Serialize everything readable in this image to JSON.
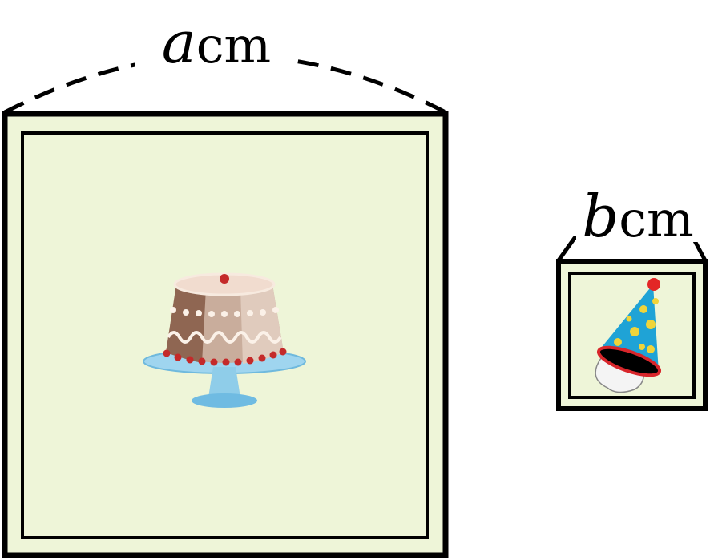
{
  "colors": {
    "frame_fill": "#eef5d8",
    "frame_stroke": "#000000",
    "cake_body": "#c9ad9c",
    "cake_shadow": "#8f6652",
    "cake_top": "#f1dccf",
    "cherry": "#c42a2a",
    "stand": "#9fd5ef",
    "hat_blue": "#1fa3d6",
    "hat_dots": "#f0d43a",
    "hat_brim": "#d8262b",
    "pompom": "#e32626"
  },
  "large_box": {
    "variable": "a",
    "unit": "cm",
    "picture": "cake-icon"
  },
  "small_box": {
    "variable": "b",
    "unit": "cm",
    "picture": "party-hat-icon"
  }
}
